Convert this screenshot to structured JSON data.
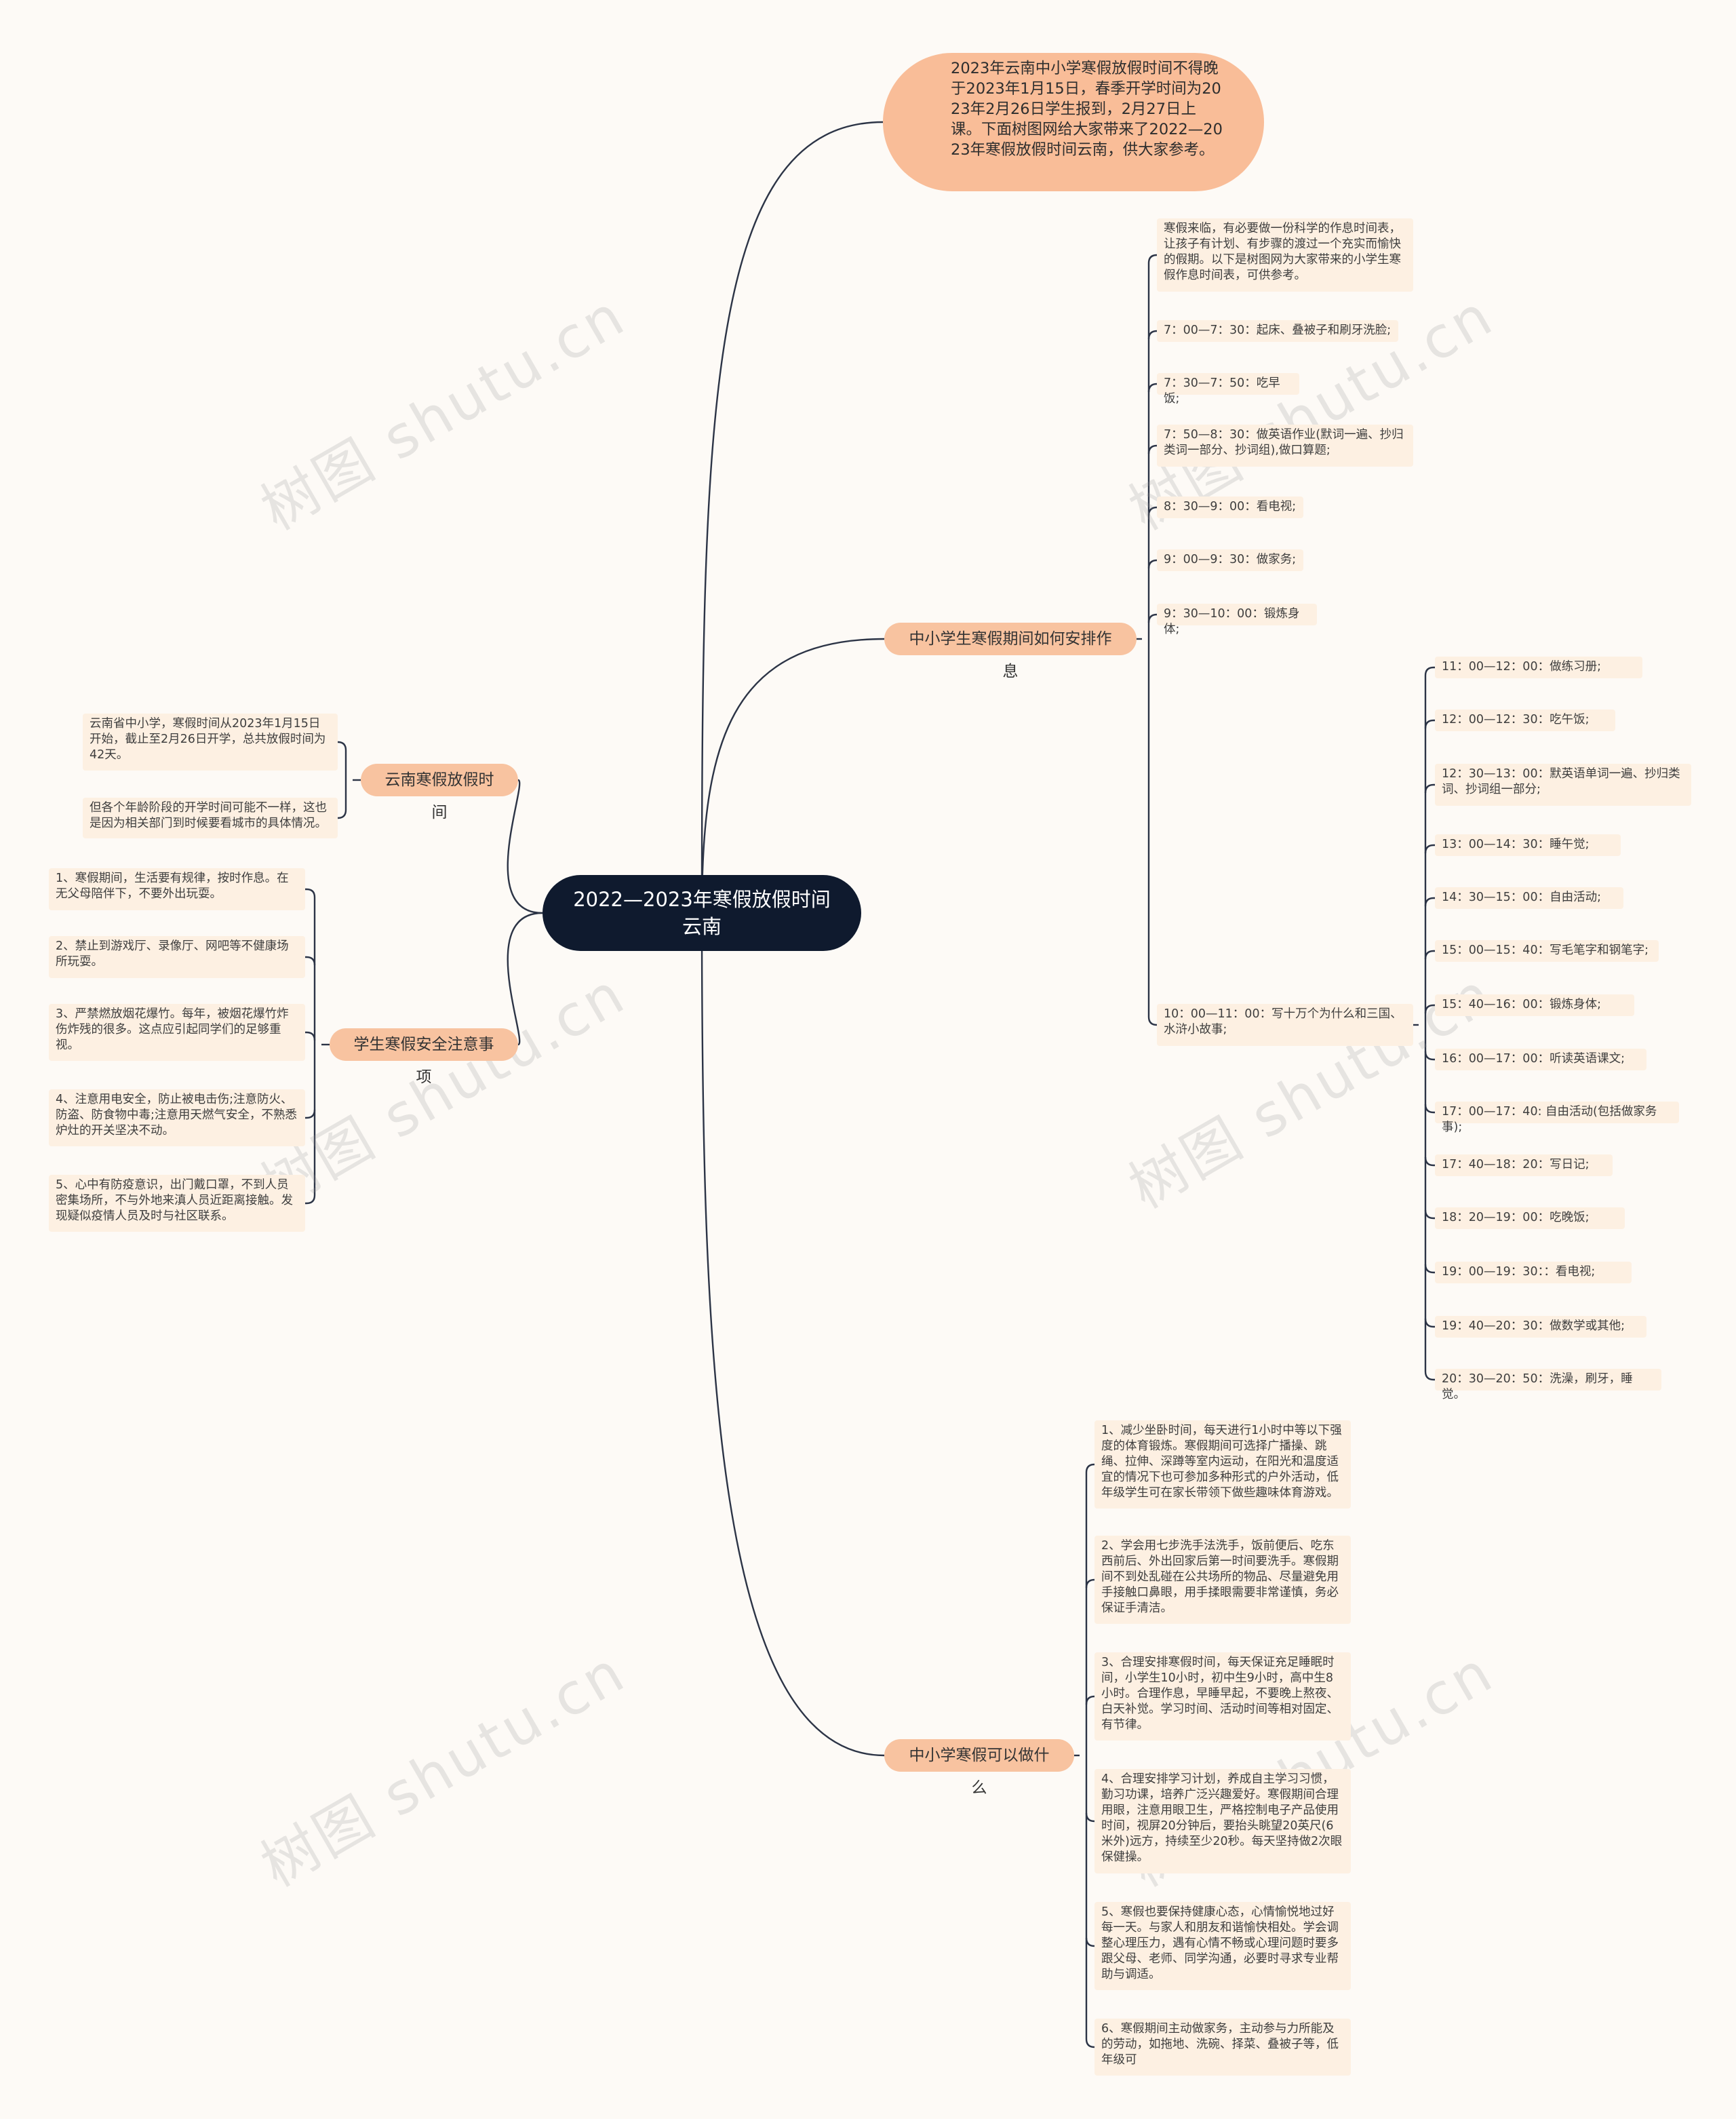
{
  "root": "2022—2023年寒假放假时间云南",
  "intro": "2023年云南中小学寒假放假时间不得晚于2023年1月15日，春季开学时间为2023年2月26日学生报到，2月27日上课。下面树图网给大家带来了2022—2023年寒假放假时间云南，供大家参考。",
  "watermark": "树图 shutu.cn",
  "branches": {
    "schedule": {
      "label": "中小学生寒假期间如何安排作息",
      "items": [
        "寒假来临，有必要做一份科学的作息时间表，让孩子有计划、有步骤的渡过一个充实而愉快的假期。以下是树图网为大家带来的小学生寒假作息时间表，可供参考。",
        "7：00—7：30：起床、叠被子和刷牙洗脸;",
        "7：30—7：50：吃早饭;",
        "7：50—8：30：做英语作业(默词一遍、抄归类词一部分、抄词组),做口算题;",
        "8：30—9：00：看电视;",
        "9：00—9：30：做家务;",
        "9：30—10：00：锻炼身体;",
        "10：00—11：00：写十万个为什么和三国、水浒小故事;"
      ],
      "afternoon": [
        "11：00—12：00：做练习册;",
        "12：00—12：30：吃午饭;",
        "12：30—13：00：默英语单词一遍、抄归类词、抄词组一部分;",
        "13：00—14：30：睡午觉;",
        "14：30—15：00：自由活动;",
        "15：00—15：40：写毛笔字和钢笔字;",
        "15：40—16：00：锻炼身体;",
        "16：00—17：00：听读英语课文;",
        "17：00—17：40: 自由活动(包括做家务事);",
        "17：40—18：20：写日记;",
        "18：20—19：00：吃晚饭;",
        "19：00—19：30：：看电视;",
        "19：40—20：30：做数学或其他;",
        "20：30—20：50：洗澡，刷牙，睡觉。"
      ]
    },
    "holiday": {
      "label": "云南寒假放假时间",
      "items": [
        "云南省中小学，寒假时间从2023年1月15日开始，截止至2月26日开学，总共放假时间为42天。",
        "但各个年龄阶段的开学时间可能不一样，这也是因为相关部门到时候要看城市的具体情况。"
      ]
    },
    "safety": {
      "label": "学生寒假安全注意事项",
      "items": [
        "1、寒假期间，生活要有规律，按时作息。在无父母陪伴下，不要外出玩耍。",
        "2、禁止到游戏厅、录像厅、网吧等不健康场所玩耍。",
        "3、严禁燃放烟花爆竹。每年，被烟花爆竹炸伤炸残的很多。这点应引起同学们的足够重视。",
        "4、注意用电安全，防止被电击伤;注意防火、防盗、防食物中毒;注意用天燃气安全，不熟悉炉灶的开关坚决不动。",
        "5、心中有防疫意识，出门戴口罩，不到人员密集场所，不与外地来滇人员近距离接触。发现疑似疫情人员及时与社区联系。"
      ]
    },
    "activities": {
      "label": "中小学寒假可以做什么",
      "items": [
        "1、减少坐卧时间，每天进行1小时中等以下强度的体育锻炼。寒假期间可选择广播操、跳绳、拉伸、深蹲等室内运动，在阳光和温度适宜的情况下也可参加多种形式的户外活动，低年级学生可在家长带领下做些趣味体育游戏。",
        "2、学会用七步洗手法洗手，饭前便后、吃东西前后、外出回家后第一时间要洗手。寒假期间不到处乱碰在公共场所的物品、尽量避免用手接触口鼻眼，用手揉眼需要非常谨慎，务必保证手清洁。",
        "3、合理安排寒假时间，每天保证充足睡眠时间，小学生10小时，初中生9小时，高中生8小时。合理作息，早睡早起，不要晚上熬夜、白天补觉。学习时间、活动时间等相对固定、有节律。",
        "4、合理安排学习计划，养成自主学习习惯，勤习功课，培养广泛兴趣爱好。寒假期间合理用眼，注意用眼卫生，严格控制电子产品使用时间，视屏20分钟后，要抬头眺望20英尺(6米外)远方，持续至少20秒。每天坚持做2次眼保健操。",
        "5、寒假也要保持健康心态，心情愉悦地过好每一天。与家人和朋友和谐愉快相处。学会调整心理压力，遇有心情不畅或心理问题时要多跟父母、老师、同学沟通，必要时寻求专业帮助与调适。",
        "6、寒假期间主动做家务，主动参与力所能及的劳动，如拖地、洗碗、择菜、叠被子等，低年级可"
      ]
    }
  }
}
